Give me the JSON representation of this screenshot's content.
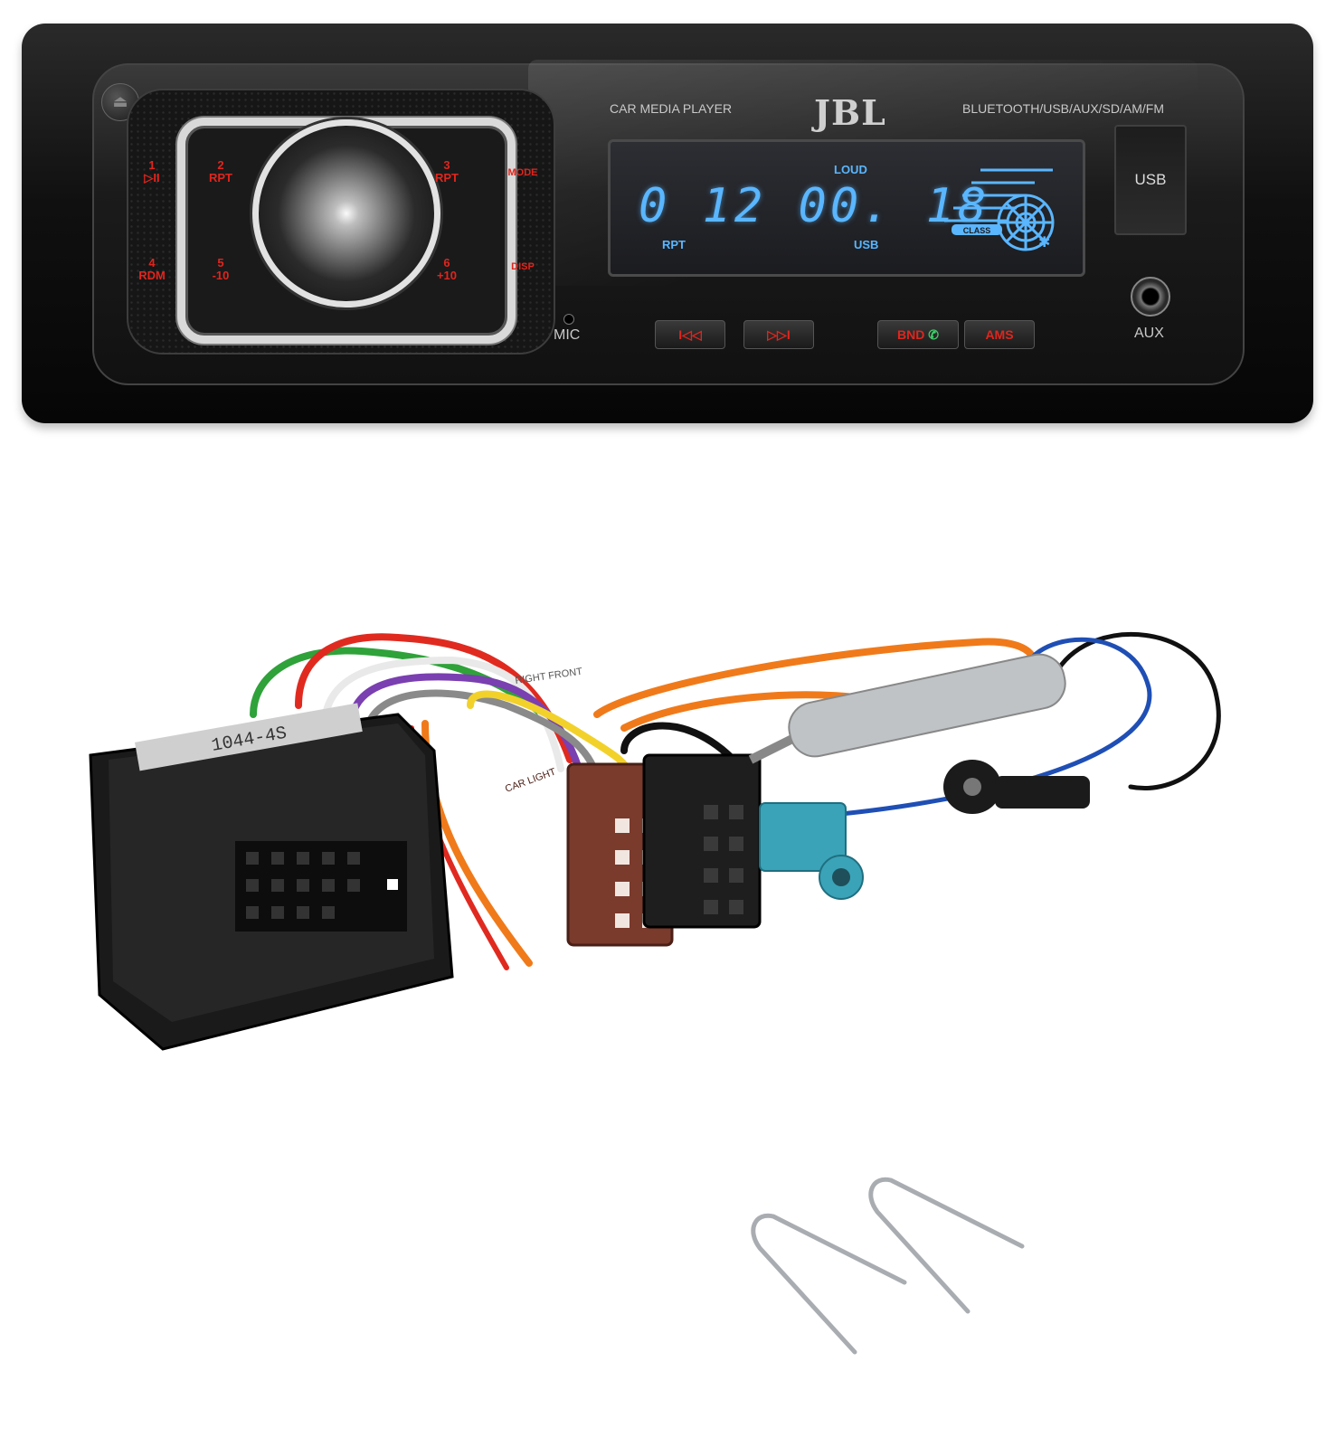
{
  "radio": {
    "brand": "JBL",
    "product_label": "CAR MEDIA PLAYER",
    "features_label": "BLUETOOTH/USB/AUX/SD/AM/FM",
    "display": {
      "top_indicator": "LOUD",
      "main_digits": "0 12  00. 18",
      "left_indicator": "RPT",
      "center_indicator": "USB",
      "class_badge": "CLASS"
    },
    "keys": [
      {
        "num": "1",
        "label": "▷II"
      },
      {
        "num": "2",
        "label": "RPT"
      },
      {
        "num": "3",
        "label": "RPT"
      },
      {
        "num": "4",
        "label": "RDM"
      },
      {
        "num": "5",
        "label": "-10"
      },
      {
        "num": "6",
        "label": "+10"
      }
    ],
    "mode_key": "MODE",
    "disp_key": "DISP",
    "buttons": {
      "prev": "I◁◁",
      "next": "▷▷I",
      "band": "BND",
      "ams": "AMS"
    },
    "usb_label": "USB",
    "aux_label": "AUX",
    "mic_label": "MIC",
    "eject_symbol": "⏏",
    "accent_color": "#e0251d",
    "lcd_color": "#5ab6ff"
  },
  "harness": {
    "connector_marking": "1044-4S",
    "wire_print": "RIGHT FRONT",
    "wire_print_2": "CAR LIGHT"
  }
}
